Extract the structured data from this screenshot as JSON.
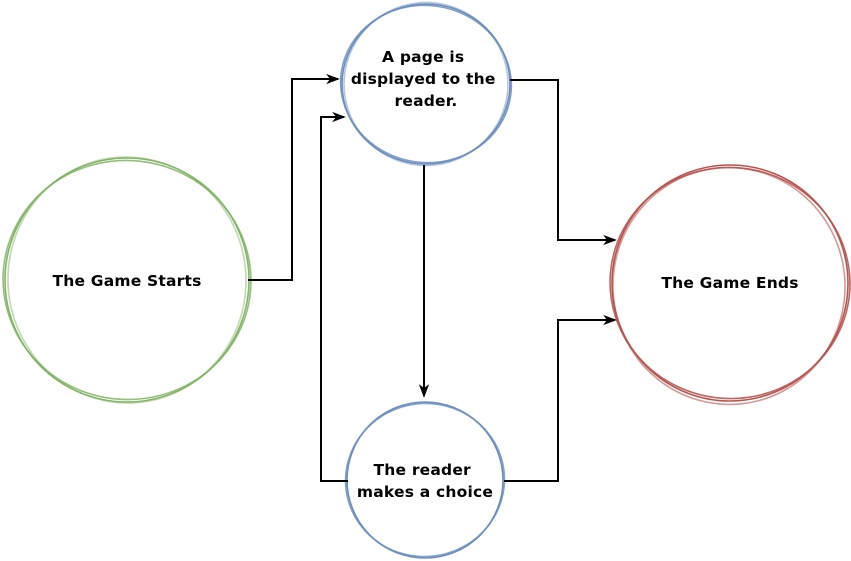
{
  "nodes": {
    "start": {
      "label": "The Game Starts",
      "lines": [
        "The Game Starts"
      ],
      "stroke": "#82b366",
      "hatch": "#cbe2bf"
    },
    "page": {
      "label": "A page is displayed to the reader.",
      "lines": [
        "A page is",
        "displayed to the",
        "reader."
      ],
      "stroke": "#6c8ebf",
      "hatch": "#c1d5ee"
    },
    "choice": {
      "label": "The reader makes a choice",
      "lines": [
        "The reader",
        "makes a choice"
      ],
      "stroke": "#6c8ebf",
      "hatch": "#c1d5ee"
    },
    "end": {
      "label": "The Game Ends",
      "lines": [
        "The Game Ends"
      ],
      "stroke": "#b85450",
      "hatch": "#f1c5c1"
    }
  },
  "edges": [
    {
      "from": "start",
      "to": "page"
    },
    {
      "from": "choice",
      "to": "page"
    },
    {
      "from": "page",
      "to": "choice"
    },
    {
      "from": "page",
      "to": "end"
    },
    {
      "from": "choice",
      "to": "end"
    }
  ],
  "colors": {
    "arrow": "#000000",
    "text": "#000000",
    "background": "#ffffff"
  }
}
